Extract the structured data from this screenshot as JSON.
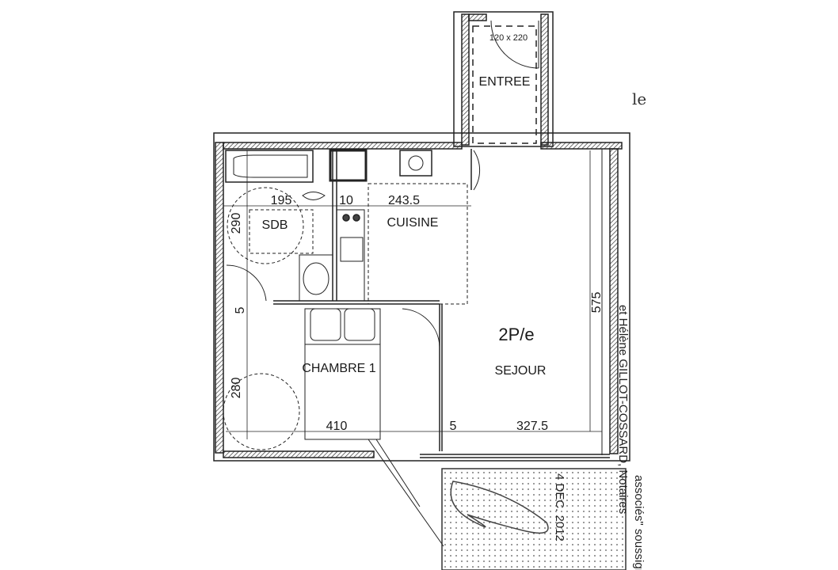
{
  "plan": {
    "type_label": "2P/e",
    "rooms": {
      "entree": "ENTREE",
      "cuisine": "CUISINE",
      "sdb": "SDB",
      "chambre": "CHAMBRE 1",
      "sejour": "SEJOUR"
    },
    "door_size": "120 x 220",
    "dimensions": {
      "sdb_width": "195",
      "partition_10": "10",
      "cuisine_width": "243.5",
      "sdb_height": "290",
      "wall_5_left": "5",
      "chambre_height": "280",
      "chambre_width": "410",
      "wall_5_bottom": "5",
      "sejour_width": "327.5",
      "sejour_height": "575"
    }
  },
  "annotations": {
    "handwritten": "le",
    "stamp_line1": "et Hélène GILLOT-COSSARD, Notaires",
    "stamp_line2": "associés\" soussigné le",
    "stamp_date": "4 DEC. 2012"
  }
}
